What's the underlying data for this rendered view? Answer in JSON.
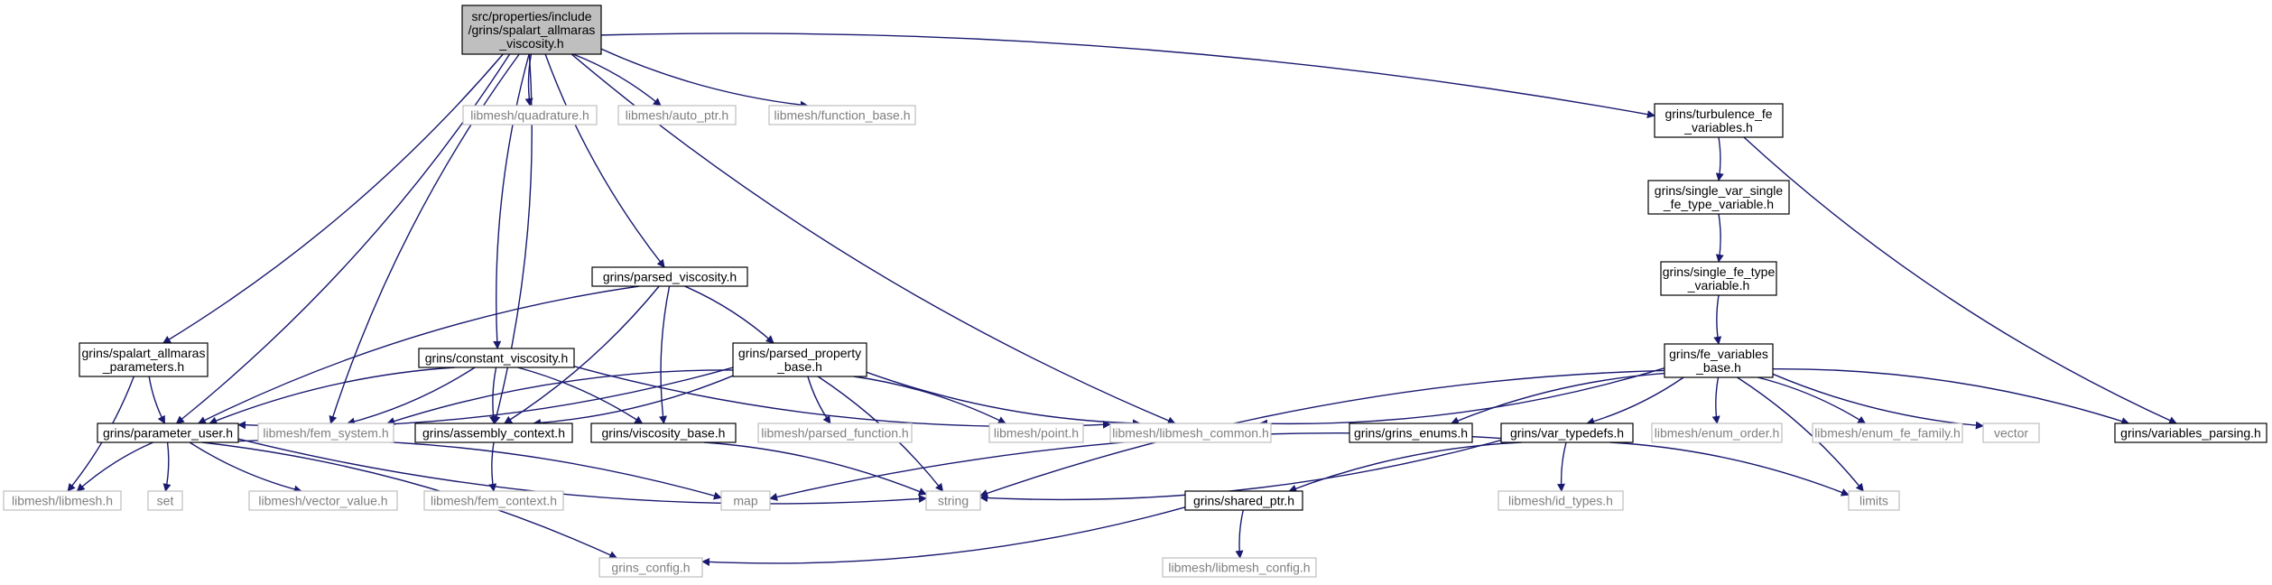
{
  "colors": {
    "edge": "#191970",
    "root_fill": "#bfbfbf",
    "internal_border": "#000000",
    "external_border": "#bfbfbf",
    "external_text": "#7f7f7f"
  },
  "nodes": [
    {
      "id": "root",
      "kind": "root",
      "lines": [
        "src/properties/include",
        "/grins/spalart_allmaras",
        "_viscosity.h"
      ]
    },
    {
      "id": "quadrature",
      "kind": "external",
      "lines": [
        "libmesh/quadrature.h"
      ]
    },
    {
      "id": "auto_ptr",
      "kind": "external",
      "lines": [
        "libmesh/auto_ptr.h"
      ]
    },
    {
      "id": "function_base",
      "kind": "external",
      "lines": [
        "libmesh/function_base.h"
      ]
    },
    {
      "id": "turbulence_fe",
      "kind": "internal",
      "lines": [
        "grins/turbulence_fe",
        "_variables.h"
      ]
    },
    {
      "id": "single_var",
      "kind": "internal",
      "lines": [
        "grins/single_var_single",
        "_fe_type_variable.h"
      ]
    },
    {
      "id": "single_fe_type",
      "kind": "internal",
      "lines": [
        "grins/single_fe_type",
        "_variable.h"
      ]
    },
    {
      "id": "fe_variables_base",
      "kind": "internal",
      "lines": [
        "grins/fe_variables",
        "_base.h"
      ]
    },
    {
      "id": "parsed_viscosity",
      "kind": "internal",
      "lines": [
        "grins/parsed_viscosity.h"
      ]
    },
    {
      "id": "sa_parameters",
      "kind": "internal",
      "lines": [
        "grins/spalart_allmaras",
        "_parameters.h"
      ]
    },
    {
      "id": "constant_viscosity",
      "kind": "internal",
      "lines": [
        "grins/constant_viscosity.h"
      ]
    },
    {
      "id": "parsed_property",
      "kind": "internal",
      "lines": [
        "grins/parsed_property",
        "_base.h"
      ]
    },
    {
      "id": "parameter_user",
      "kind": "internal",
      "lines": [
        "grins/parameter_user.h"
      ]
    },
    {
      "id": "fem_system",
      "kind": "external",
      "lines": [
        "libmesh/fem_system.h"
      ]
    },
    {
      "id": "assembly_context",
      "kind": "internal",
      "lines": [
        "grins/assembly_context.h"
      ]
    },
    {
      "id": "viscosity_base",
      "kind": "internal",
      "lines": [
        "grins/viscosity_base.h"
      ]
    },
    {
      "id": "parsed_function",
      "kind": "external",
      "lines": [
        "libmesh/parsed_function.h"
      ]
    },
    {
      "id": "point",
      "kind": "external",
      "lines": [
        "libmesh/point.h"
      ]
    },
    {
      "id": "libmesh_common",
      "kind": "external",
      "lines": [
        "libmesh/libmesh_common.h"
      ]
    },
    {
      "id": "grins_enums",
      "kind": "internal",
      "lines": [
        "grins/grins_enums.h"
      ]
    },
    {
      "id": "var_typedefs",
      "kind": "internal",
      "lines": [
        "grins/var_typedefs.h"
      ]
    },
    {
      "id": "enum_order",
      "kind": "external",
      "lines": [
        "libmesh/enum_order.h"
      ]
    },
    {
      "id": "enum_fe_family",
      "kind": "external",
      "lines": [
        "libmesh/enum_fe_family.h"
      ]
    },
    {
      "id": "vector",
      "kind": "external",
      "lines": [
        "vector"
      ]
    },
    {
      "id": "variables_parsing",
      "kind": "internal",
      "lines": [
        "grins/variables_parsing.h"
      ]
    },
    {
      "id": "libmesh_h",
      "kind": "external",
      "lines": [
        "libmesh/libmesh.h"
      ]
    },
    {
      "id": "set",
      "kind": "external",
      "lines": [
        "set"
      ]
    },
    {
      "id": "vector_value",
      "kind": "external",
      "lines": [
        "libmesh/vector_value.h"
      ]
    },
    {
      "id": "map",
      "kind": "external",
      "lines": [
        "map"
      ]
    },
    {
      "id": "string",
      "kind": "external",
      "lines": [
        "string"
      ]
    },
    {
      "id": "fem_context",
      "kind": "external",
      "lines": [
        "libmesh/fem_context.h"
      ]
    },
    {
      "id": "id_types",
      "kind": "external",
      "lines": [
        "libmesh/id_types.h"
      ]
    },
    {
      "id": "limits",
      "kind": "external",
      "lines": [
        "limits"
      ]
    },
    {
      "id": "shared_ptr",
      "kind": "internal",
      "lines": [
        "grins/shared_ptr.h"
      ]
    },
    {
      "id": "grins_config",
      "kind": "external",
      "lines": [
        "grins_config.h"
      ]
    },
    {
      "id": "libmesh_config",
      "kind": "external",
      "lines": [
        "libmesh/libmesh_config.h"
      ]
    }
  ],
  "edges": [
    [
      "root",
      "quadrature"
    ],
    [
      "root",
      "auto_ptr"
    ],
    [
      "root",
      "function_base"
    ],
    [
      "root",
      "turbulence_fe"
    ],
    [
      "root",
      "parsed_viscosity"
    ],
    [
      "root",
      "sa_parameters"
    ],
    [
      "root",
      "constant_viscosity"
    ],
    [
      "root",
      "parameter_user"
    ],
    [
      "root",
      "fem_system"
    ],
    [
      "root",
      "assembly_context"
    ],
    [
      "root",
      "libmesh_common"
    ],
    [
      "turbulence_fe",
      "single_var"
    ],
    [
      "turbulence_fe",
      "variables_parsing"
    ],
    [
      "single_var",
      "single_fe_type"
    ],
    [
      "single_fe_type",
      "fe_variables_base"
    ],
    [
      "fe_variables_base",
      "libmesh_common"
    ],
    [
      "fe_variables_base",
      "grins_enums"
    ],
    [
      "fe_variables_base",
      "var_typedefs"
    ],
    [
      "fe_variables_base",
      "enum_order"
    ],
    [
      "fe_variables_base",
      "enum_fe_family"
    ],
    [
      "fe_variables_base",
      "vector"
    ],
    [
      "fe_variables_base",
      "variables_parsing"
    ],
    [
      "fe_variables_base",
      "string"
    ],
    [
      "fe_variables_base",
      "limits"
    ],
    [
      "parsed_viscosity",
      "parameter_user"
    ],
    [
      "parsed_viscosity",
      "assembly_context"
    ],
    [
      "parsed_viscosity",
      "viscosity_base"
    ],
    [
      "parsed_viscosity",
      "parsed_property"
    ],
    [
      "sa_parameters",
      "parameter_user"
    ],
    [
      "sa_parameters",
      "libmesh_h"
    ],
    [
      "constant_viscosity",
      "parameter_user"
    ],
    [
      "constant_viscosity",
      "fem_system"
    ],
    [
      "constant_viscosity",
      "assembly_context"
    ],
    [
      "constant_viscosity",
      "viscosity_base"
    ],
    [
      "constant_viscosity",
      "libmesh_common"
    ],
    [
      "parsed_property",
      "parameter_user"
    ],
    [
      "parsed_property",
      "fem_system"
    ],
    [
      "parsed_property",
      "assembly_context"
    ],
    [
      "parsed_property",
      "parsed_function"
    ],
    [
      "parsed_property",
      "point"
    ],
    [
      "parsed_property",
      "libmesh_common"
    ],
    [
      "parsed_property",
      "string"
    ],
    [
      "parameter_user",
      "libmesh_h"
    ],
    [
      "parameter_user",
      "set"
    ],
    [
      "parameter_user",
      "vector_value"
    ],
    [
      "parameter_user",
      "map"
    ],
    [
      "parameter_user",
      "string"
    ],
    [
      "parameter_user",
      "grins_config"
    ],
    [
      "assembly_context",
      "fem_context"
    ],
    [
      "viscosity_base",
      "string"
    ],
    [
      "var_typedefs",
      "map"
    ],
    [
      "var_typedefs",
      "string"
    ],
    [
      "var_typedefs",
      "id_types"
    ],
    [
      "var_typedefs",
      "limits"
    ],
    [
      "var_typedefs",
      "shared_ptr"
    ],
    [
      "shared_ptr",
      "grins_config"
    ],
    [
      "shared_ptr",
      "libmesh_config"
    ]
  ]
}
